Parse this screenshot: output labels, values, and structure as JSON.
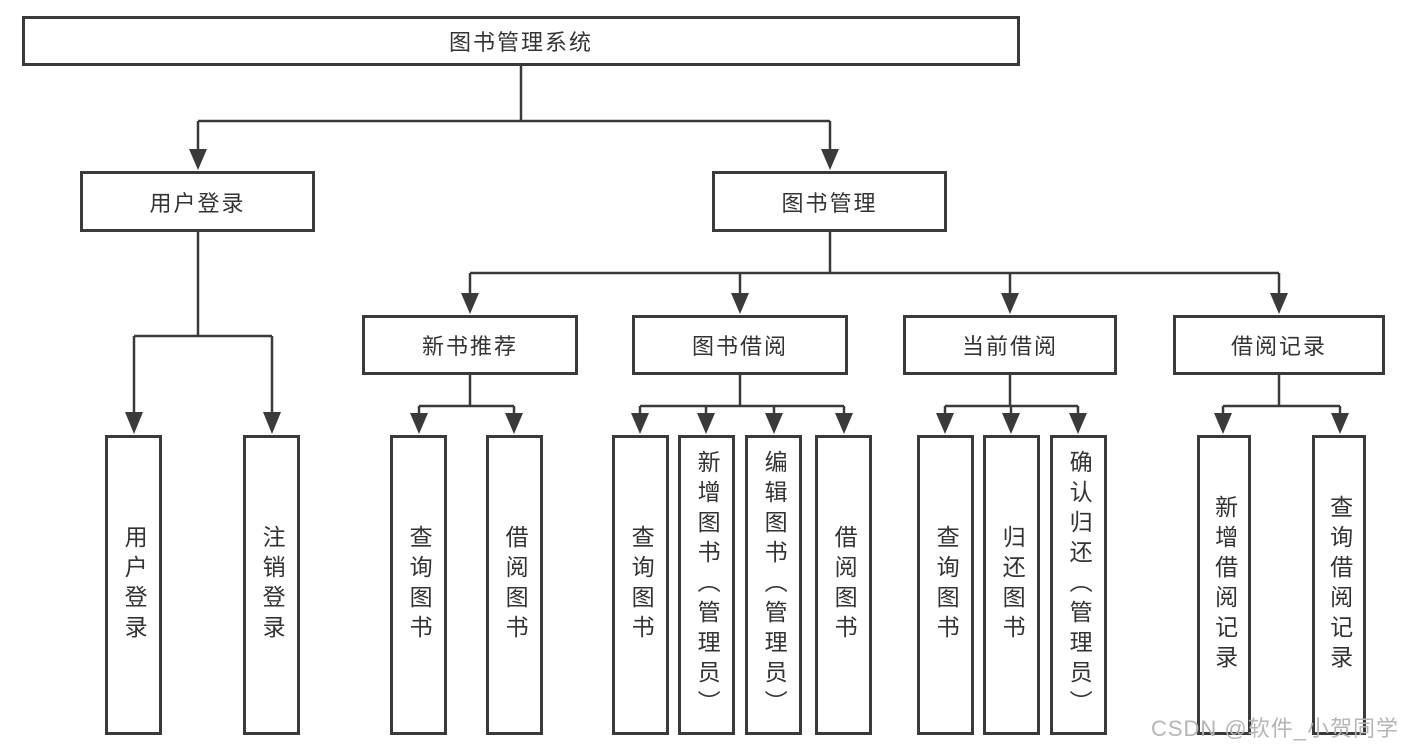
{
  "colors": {
    "line": "#3a3a3a",
    "text": "#333333",
    "watermark": "#b5b5b5",
    "background": "#ffffff"
  },
  "nodes": {
    "root": "图书管理系统",
    "user_login": "用户登录",
    "book_mgmt": "图书管理",
    "new_book_rec": "新书推荐",
    "book_borrow": "图书借阅",
    "current_borrow": "当前借阅",
    "borrow_records": "借阅记录",
    "leaf_user_login": "用户登录",
    "leaf_logout_login": "注销登录",
    "leaf_query_book_rec": "查询图书",
    "leaf_borrow_book_rec": "借阅图书",
    "leaf_query_book_borrow": "查询图书",
    "leaf_add_book_admin": "新增图书（管理员）",
    "leaf_edit_book_admin": "编辑图书（管理员）",
    "leaf_borrow_book_borrow": "借阅图书",
    "leaf_query_book_current": "查询图书",
    "leaf_return_book": "归还图书",
    "leaf_confirm_return_admin": "确认归还（管理员）",
    "leaf_add_borrow_record": "新增借阅记录",
    "leaf_query_borrow_record": "查询借阅记录"
  },
  "watermark": "CSDN @软件_小贺同学"
}
